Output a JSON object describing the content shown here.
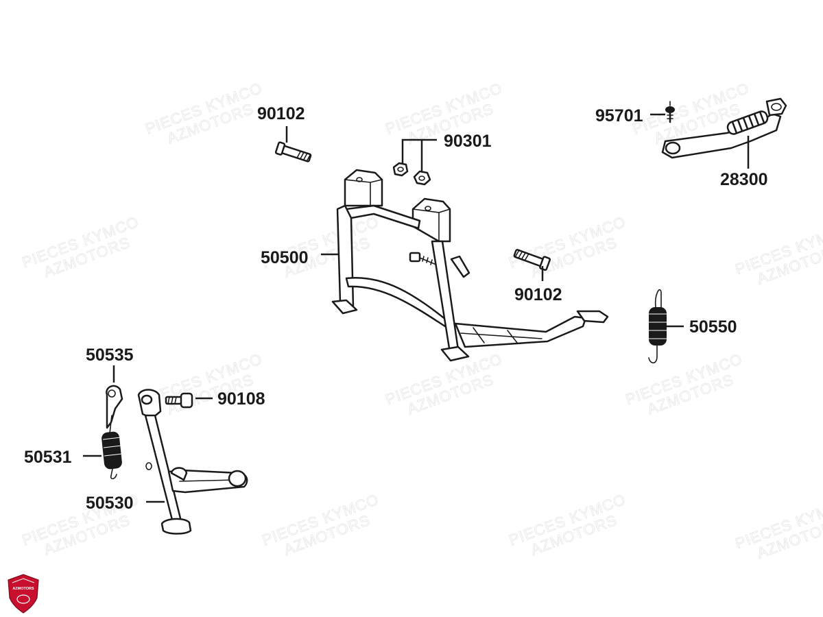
{
  "watermark": {
    "line1": "PIECES KYMCO",
    "line2": "AZMOTORS"
  },
  "logo": {
    "text": "AZMOTORS",
    "color": "#c8102e"
  },
  "parts": {
    "p90102_top": "90102",
    "p90301": "90301",
    "p95701": "95701",
    "p28300": "28300",
    "p50500": "50500",
    "p90102_mid": "90102",
    "p50550": "50550",
    "p50535": "50535",
    "p90108": "90108",
    "p50531": "50531",
    "p50530": "50530"
  }
}
